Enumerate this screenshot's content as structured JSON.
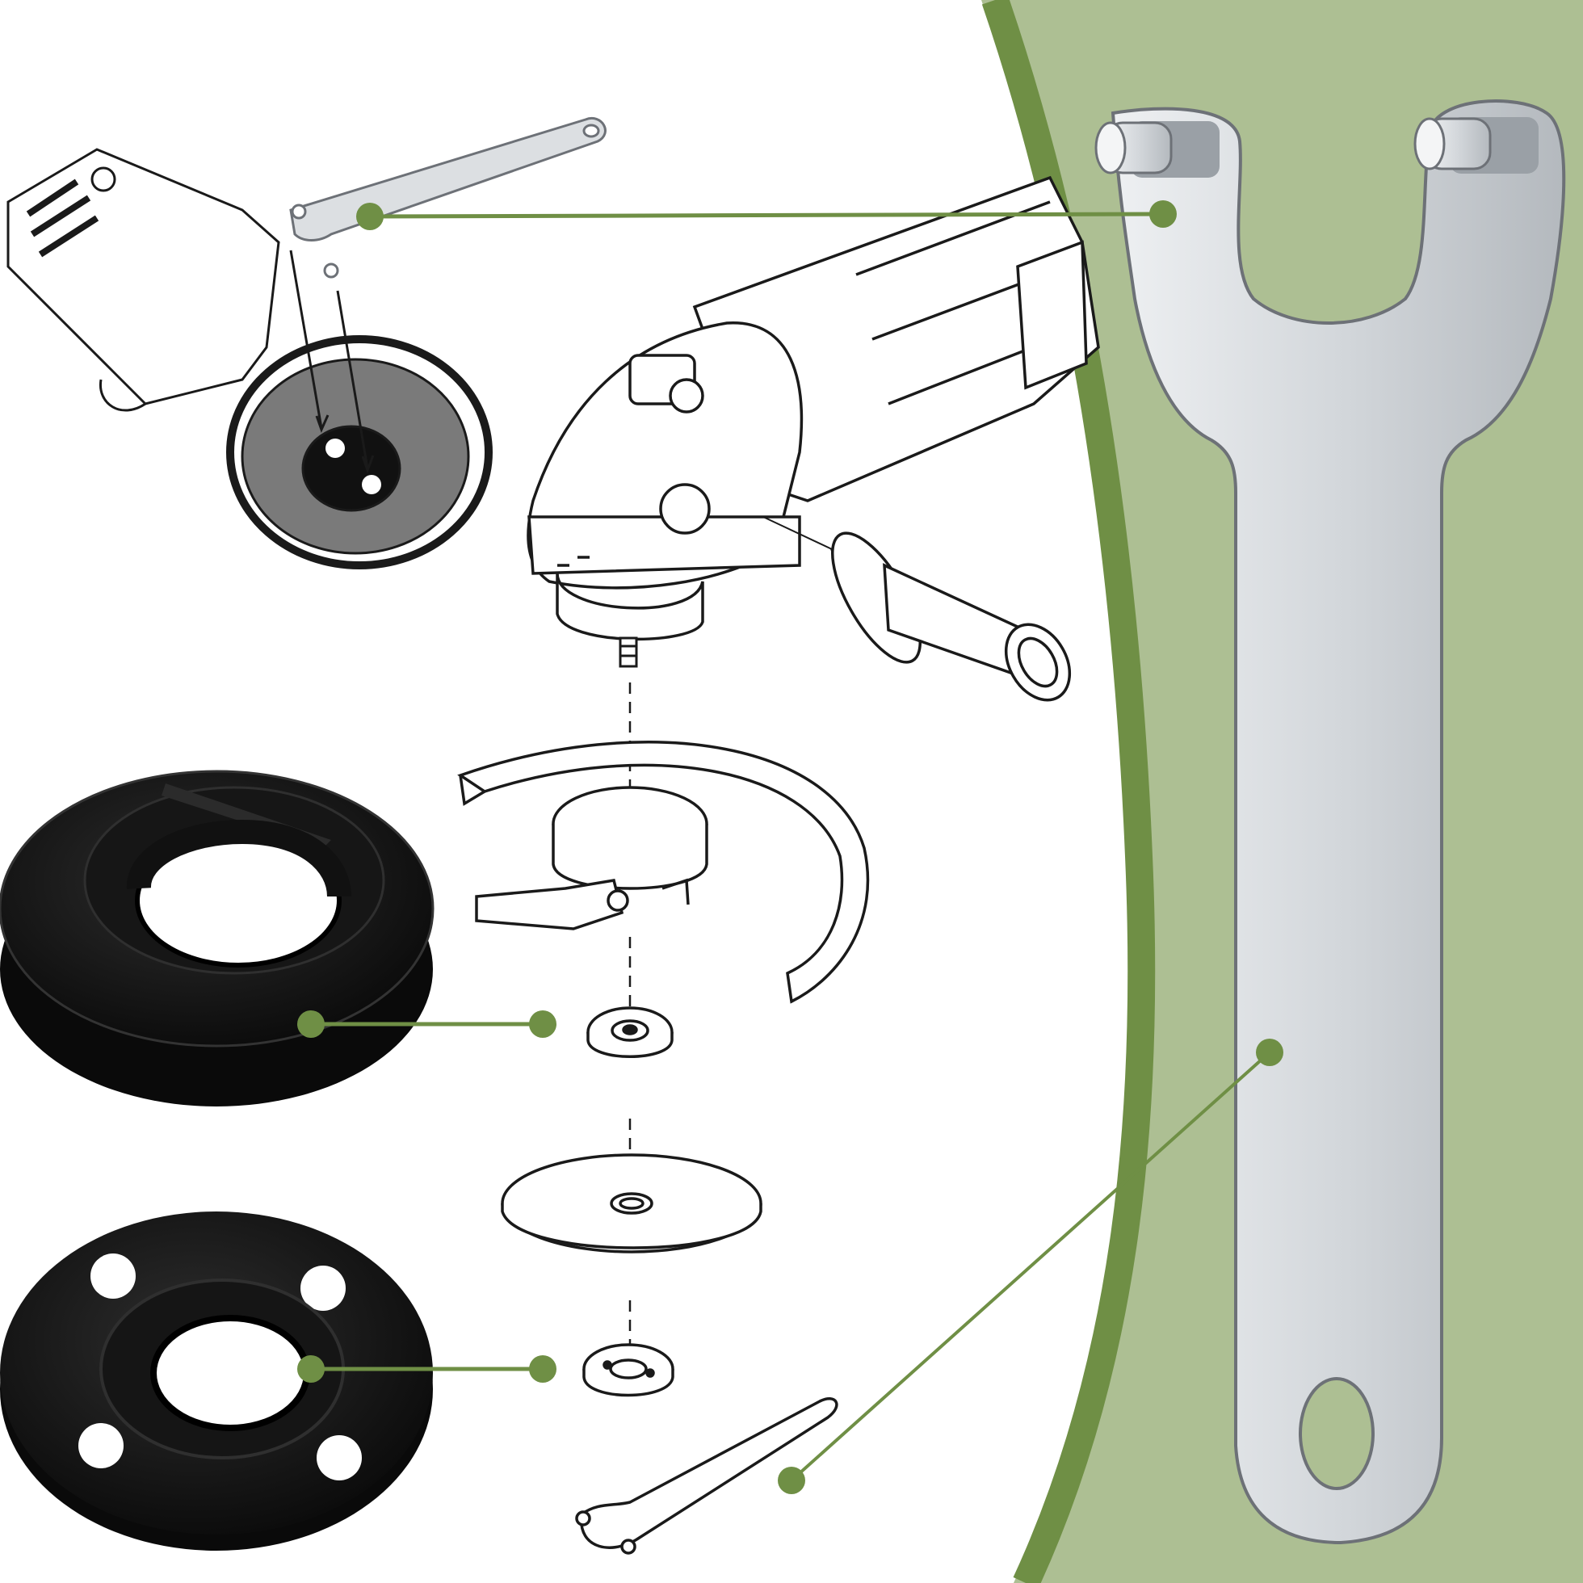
{
  "palette": {
    "background": "#ffffff",
    "panel_fill": "#adbf93",
    "panel_edge": "#6f8f45",
    "callout": "#6f8f45",
    "line_art": "#1a1a1a",
    "flange_black": "#111111",
    "wrench_steel": "#c9ced3",
    "wrench_edge": "#6d7177",
    "disc_grey": "#7a7a7a"
  },
  "icons": {
    "angle_grinder": "angle-grinder-line-art",
    "side_handle": "side-handle-line-art",
    "wheel_guard": "wheel-guard-line-art",
    "inner_flange": "inner-flange-icon",
    "cutting_disc": "cutting-disc-icon",
    "outer_lock_nut": "lock-nut-icon",
    "pin_spanner": "pin-spanner-wrench-icon"
  },
  "callouts": [
    {
      "name": "callout-wrench-top",
      "target": "pin-spanner-wrench"
    },
    {
      "name": "callout-inner-flange",
      "target": "inner-flange"
    },
    {
      "name": "callout-lock-nut",
      "target": "outer-lock-nut"
    },
    {
      "name": "callout-wrench-bottom",
      "target": "pin-spanner-wrench"
    }
  ]
}
